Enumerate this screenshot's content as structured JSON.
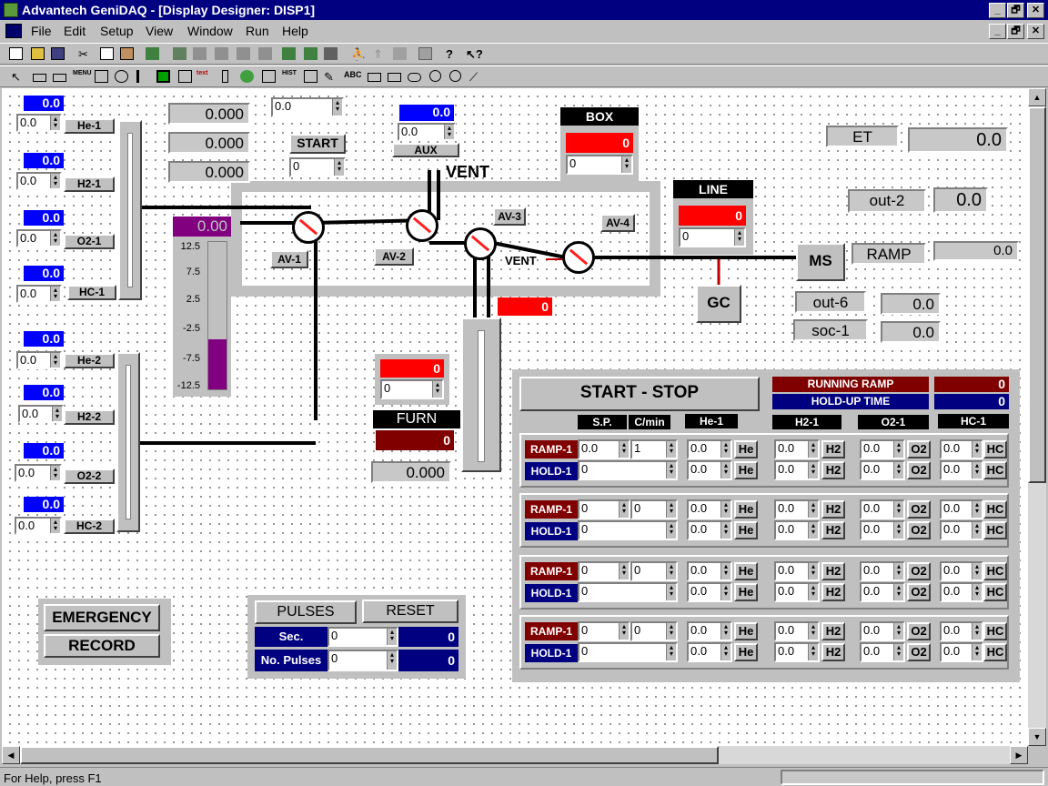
{
  "window": {
    "title": "Advantech GeniDAQ - [Display Designer: DISP1]",
    "min": "_",
    "restore": "🗗",
    "close": "✕"
  },
  "menu": [
    "File",
    "Edit",
    "Setup",
    "View",
    "Window",
    "Run",
    "Help"
  ],
  "status": "For Help, press F1",
  "left": {
    "group1": [
      {
        "value": "0.0",
        "spin": "0.0",
        "btn": "He-1"
      },
      {
        "value": "0.0",
        "spin": "0.0",
        "btn": "H2-1"
      },
      {
        "value": "0.0",
        "spin": "0.0",
        "btn": "O2-1"
      },
      {
        "value": "0.0",
        "spin": "0.0",
        "btn": "HC-1"
      }
    ],
    "group2": [
      {
        "value": "0.0",
        "spin": "0.0",
        "btn": "He-2"
      },
      {
        "value": "0.0",
        "spin": "0.0",
        "btn": "H2-2"
      },
      {
        "value": "0.0",
        "spin": "0.0",
        "btn": "O2-2"
      },
      {
        "value": "0.0",
        "spin": "0.0",
        "btn": "HC-2"
      }
    ]
  },
  "top_displays": [
    "0.000",
    "0.000",
    "0.000"
  ],
  "top_spin": "0.0",
  "start_btn": "START",
  "start_spin": "0",
  "aux": {
    "value": "0.0",
    "spin": "0.0",
    "label": "AUX"
  },
  "vent_top": "VENT",
  "vent_mid": "VENT",
  "gauge": {
    "value": "0.00",
    "ticks": [
      "12.5",
      "7.5",
      "2.5",
      "-2.5",
      "-7.5",
      "-12.5"
    ],
    "fill": 0.34
  },
  "valves": {
    "av1": "AV-1",
    "av2": "AV-2",
    "av3": "AV-3",
    "av4": "AV-4"
  },
  "box": {
    "title": "BOX",
    "value": "0",
    "spin": "0"
  },
  "line": {
    "title": "LINE",
    "value": "0",
    "spin": "0"
  },
  "ms": "MS",
  "gc": "GC",
  "mid_red": "0",
  "furn": {
    "value": "0",
    "spin": "0",
    "title": "FURN",
    "dark": "0",
    "disp": "0.000"
  },
  "right": {
    "et": {
      "label": "ET",
      "value": "0.0"
    },
    "out2": {
      "label": "out-2",
      "value": "0.0"
    },
    "ramp": {
      "label": "RAMP",
      "value": "0.0"
    },
    "out6": {
      "label": "out-6",
      "value": "0.0"
    },
    "soc1": {
      "label": "soc-1",
      "value": "0.0"
    }
  },
  "emergency": "EMERGENCY",
  "record": "RECORD",
  "pulses": {
    "pulses_btn": "PULSES",
    "reset_btn": "RESET",
    "sec_label": "Sec.",
    "sec_value": "0",
    "sec_out": "0",
    "np_label": "No. Pulses",
    "np_value": "0",
    "np_out": "0"
  },
  "ramp_panel": {
    "start_stop": "START - STOP",
    "running_ramp": "RUNNING RAMP",
    "running_value": "0",
    "hold_up": "HOLD-UP TIME",
    "hold_value": "0",
    "headers": {
      "sp": "S.P.",
      "cmin": "C/min",
      "he": "He-1",
      "h2": "H2-1",
      "o2": "O2-1",
      "hc": "HC-1"
    },
    "rows": [
      {
        "ramp": "RAMP-1",
        "hold": "HOLD-1",
        "sp": "0.0",
        "cmin": "1",
        "hold_v": "0",
        "he1": "0.0",
        "he2": "0.0",
        "h21": "0.0",
        "h22": "0.0",
        "o21": "0.0",
        "o22": "0.0",
        "hc1": "0.0",
        "hc2": "0.0"
      },
      {
        "ramp": "RAMP-1",
        "hold": "HOLD-1",
        "sp": "0",
        "cmin": "0",
        "hold_v": "0",
        "he1": "0.0",
        "he2": "0.0",
        "h21": "0.0",
        "h22": "0.0",
        "o21": "0.0",
        "o22": "0.0",
        "hc1": "0.0",
        "hc2": "0.0"
      },
      {
        "ramp": "RAMP-1",
        "hold": "HOLD-1",
        "sp": "0",
        "cmin": "0",
        "hold_v": "0",
        "he1": "0.0",
        "he2": "0.0",
        "h21": "0.0",
        "h22": "0.0",
        "o21": "0.0",
        "o22": "0.0",
        "hc1": "0.0",
        "hc2": "0.0"
      },
      {
        "ramp": "RAMP-1",
        "hold": "HOLD-1",
        "sp": "0",
        "cmin": "0",
        "hold_v": "0",
        "he1": "0.0",
        "he2": "0.0",
        "h21": "0.0",
        "h22": "0.0",
        "o21": "0.0",
        "o22": "0.0",
        "hc1": "0.0",
        "hc2": "0.0"
      }
    ],
    "btn_he": "He",
    "btn_h2": "H2",
    "btn_o2": "O2",
    "btn_hc": "HC"
  }
}
